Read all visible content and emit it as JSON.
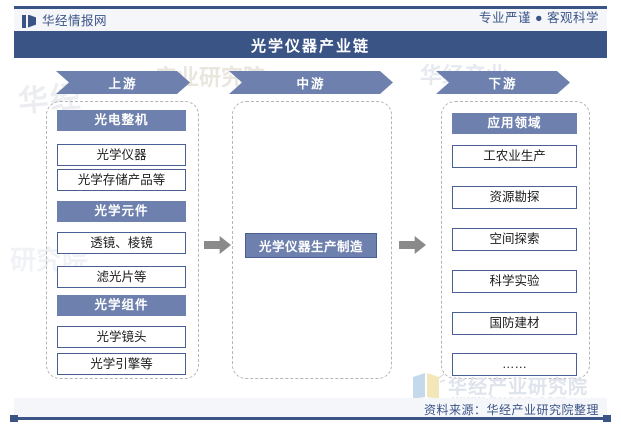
{
  "header": {
    "brand": "华经情报网",
    "tagline": "专业严谨 ● 客观科学",
    "logo_icon": "huajing-logo-icon"
  },
  "title": "光学仪器产业链",
  "stages": [
    {
      "key": "upstream",
      "label": "上游"
    },
    {
      "key": "midstream",
      "label": "中游"
    },
    {
      "key": "downstream",
      "label": "下游"
    }
  ],
  "upstream": {
    "groups": [
      {
        "header": "光电整机",
        "items": [
          "光学仪器",
          "光学存储产品等"
        ]
      },
      {
        "header": "光学元件",
        "items": [
          "透镜、棱镜",
          "滤光片等"
        ]
      },
      {
        "header": "光学组件",
        "items": [
          "光学镜头",
          "光学引擎等"
        ]
      }
    ]
  },
  "midstream": {
    "node": "光学仪器生产制造"
  },
  "downstream": {
    "header": "应用领域",
    "items": [
      "工农业生产",
      "资源勘探",
      "空间探索",
      "科学实验",
      "国防建材",
      "……"
    ]
  },
  "arrows": {
    "left_to_mid": "flow-arrow-right-icon",
    "mid_to_right": "flow-arrow-right-icon"
  },
  "footer": {
    "source": "资料来源：华经产业研究院整理",
    "watermark_text": "华经产业研究院",
    "watermark_url": "www.huaon.com"
  },
  "background_watermarks": [
    "华经",
    "产业研究院",
    "华经产业",
    "研究院"
  ],
  "colors": {
    "navy": "#3b5486",
    "slate_blue": "#6e80ad",
    "cell_border": "#4a5f94",
    "dash_gray": "#b4b4b4",
    "arrow_gray": "#8a8a8a",
    "bar_bg": "#f4f6fa"
  }
}
